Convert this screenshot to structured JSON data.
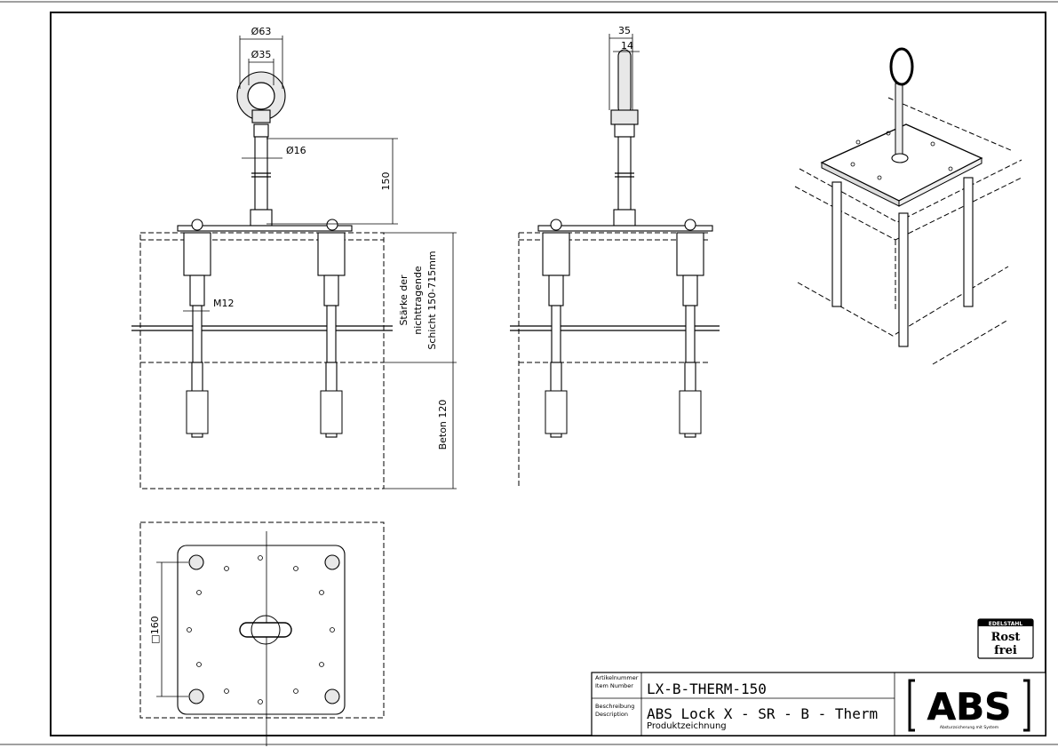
{
  "dimensions": {
    "ring_outer": "Ø63",
    "ring_inner": "Ø35",
    "shaft": "Ø16",
    "height": "150",
    "thread": "M12",
    "layer_thickness_line1": "Stärke der",
    "layer_thickness_line2": "nichttragende",
    "layer_thickness_line3": "Schicht 150-715mm",
    "concrete": "Beton 120",
    "side_width": "35",
    "side_inner": "14",
    "plate": "□160"
  },
  "title_block": {
    "item_number_label_de": "Artikelnummer",
    "item_number_label_en": "Item Number",
    "item_number": "LX-B-THERM-150",
    "description_label_de": "Beschreibung",
    "description_label_en": "Description",
    "description": "ABS Lock X - SR - B - Therm",
    "subdescription": "Produktzeichnung"
  },
  "stamp": {
    "top": "EDELSTAHL",
    "line1": "Rost",
    "line2": "frei"
  },
  "logo": {
    "text": "ABS",
    "tagline": "Absturzsicherung mit System"
  }
}
